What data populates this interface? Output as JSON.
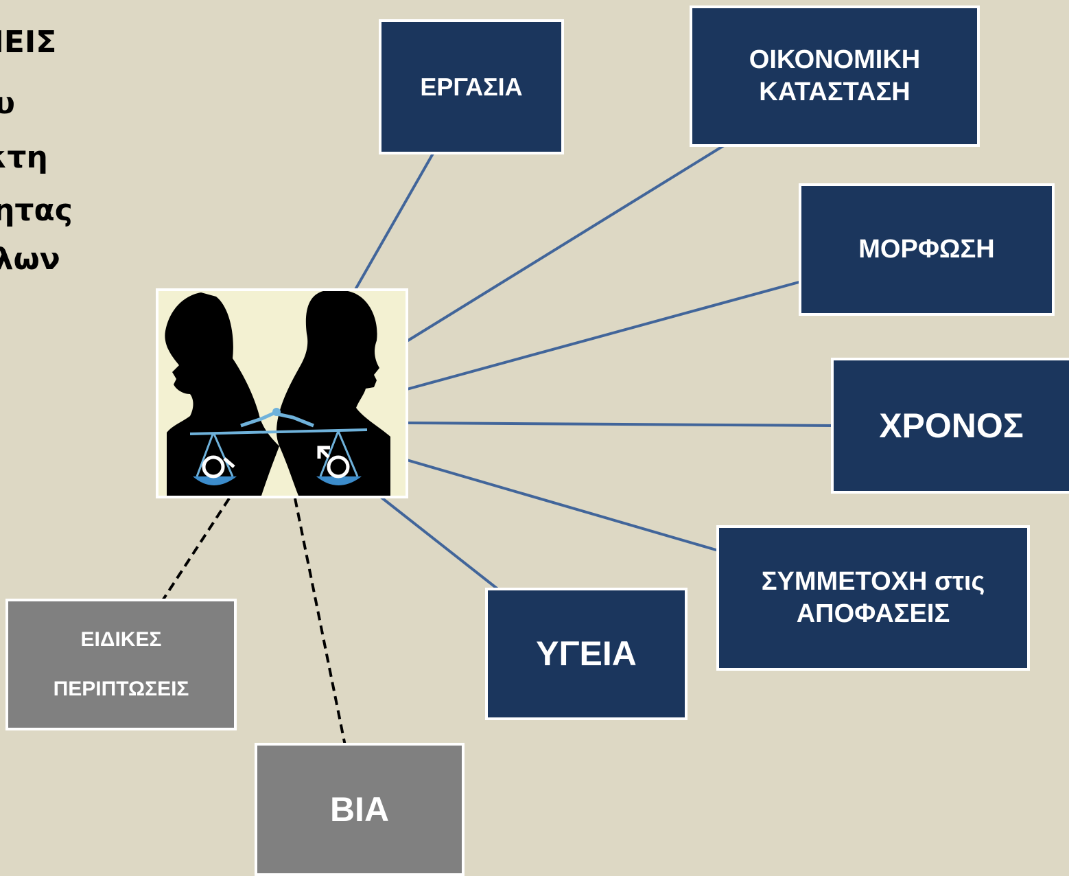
{
  "title_lines": [
    "ΜΕΙΣ",
    "ου",
    "ίκτη",
    "τητας",
    "υλων"
  ],
  "center_image": {
    "icon": "gender-equality-scale-icon"
  },
  "boxes": {
    "ergasia": "ΕΡΓΑΣΙΑ",
    "oikonomiki": "ΟΙΚΟΝΟΜΙΚΗ\nΚΑΤΑΣΤΑΣΗ",
    "morfosi": "ΜΟΡΦΩΣΗ",
    "xronos": "ΧΡΟΝΟΣ",
    "symmetoxi": "ΣΥΜΜΕΤΟΧΗ στις\nΑΠΟΦΑΣΕΙΣ",
    "ygeia": "ΥΓΕΙΑ",
    "eidikes": "ΕΙΔΙΚΕΣ\nΠΕΡΙΠΤΩΣΕΙΣ",
    "via": "ΒΙΑ"
  },
  "colors": {
    "background": "#ddd8c4",
    "box_primary": "#1b365d",
    "box_secondary": "#808080",
    "connector": "#41659a",
    "dashed_connector": "#000000"
  }
}
